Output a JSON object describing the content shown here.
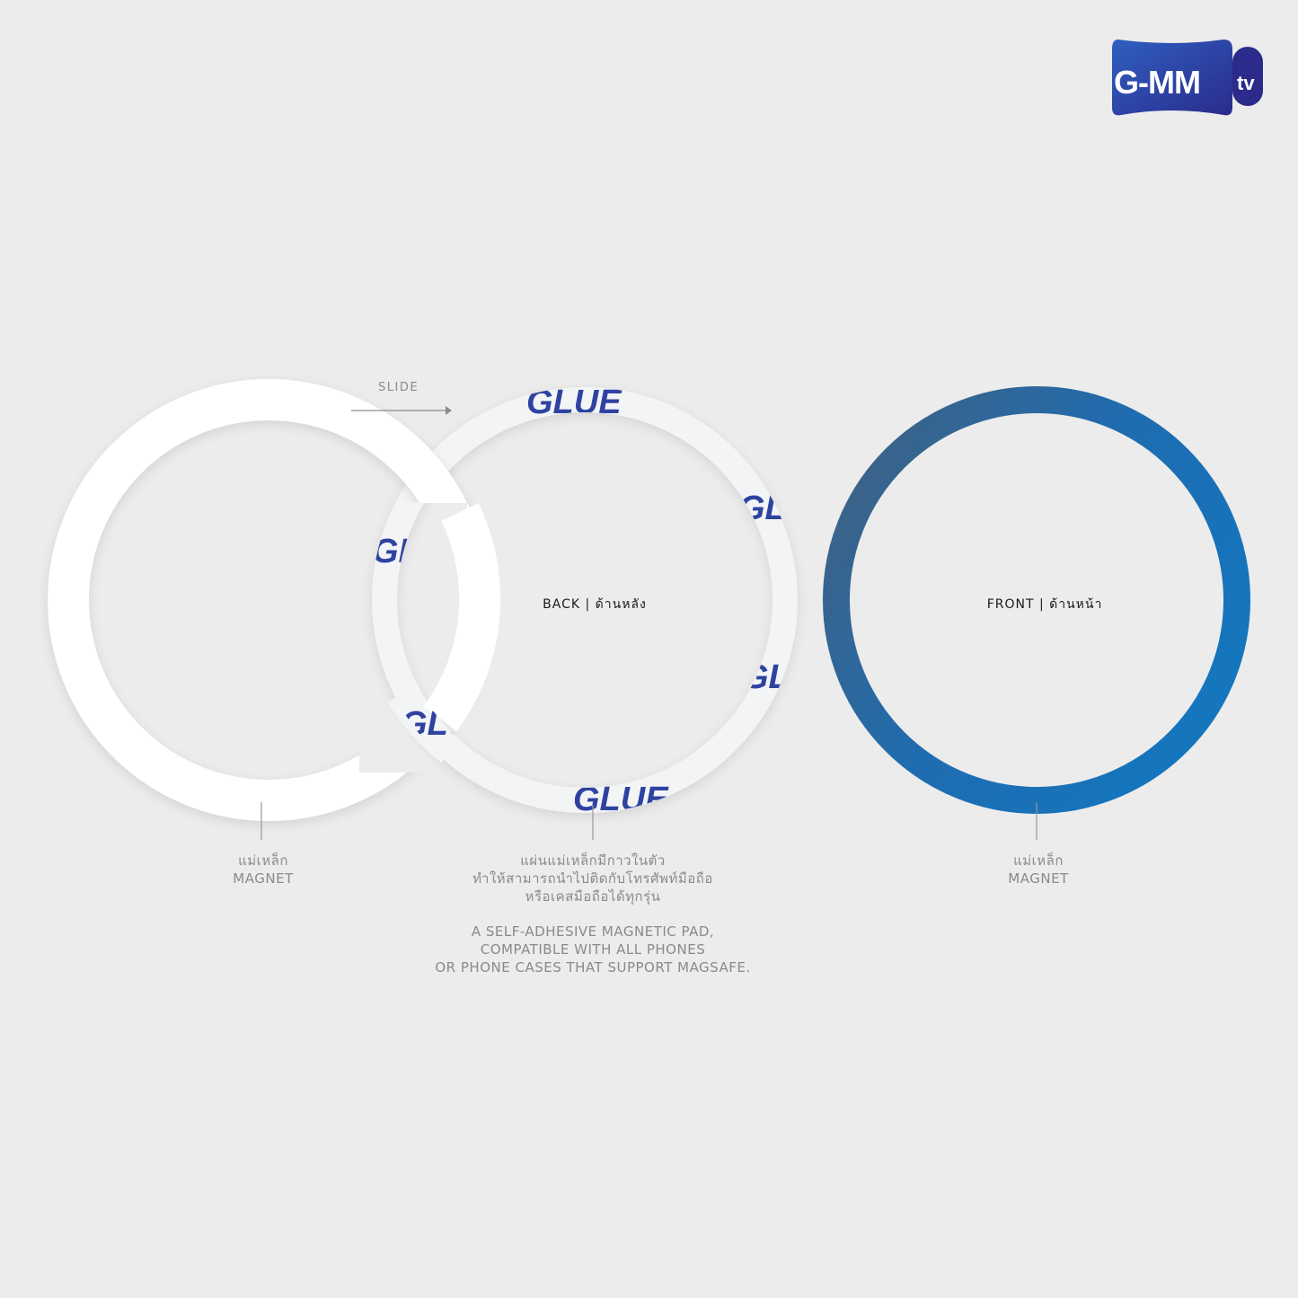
{
  "logo": {
    "text": "G-MM",
    "tv": "tv",
    "color_start": "#2a55b0",
    "color_end": "#2a2a8a"
  },
  "slide_label": "SLIDE",
  "glue_text": "GLUE",
  "rings": {
    "back_label": "BACK | ด้านหลัง",
    "front_label": "FRONT | ด้านหน้า"
  },
  "left_caption": {
    "thai": "แม่เหล็ก",
    "english": "MAGNET"
  },
  "middle_caption": {
    "thai_1": "แผ่นแม่เหล็กมีกาวในตัว",
    "thai_2": "ทำให้สามารถนำไปติดกับโทรศัพท์มือถือ",
    "thai_3": "หรือเคสมือถือได้ทุกรุ่น",
    "en_1": "A SELF-ADHESIVE MAGNETIC PAD,",
    "en_2": "COMPATIBLE WITH ALL PHONES",
    "en_3": "OR PHONE CASES THAT SUPPORT MAGSAFE."
  },
  "right_caption": {
    "thai": "แม่เหล็ก",
    "english": "MAGNET"
  },
  "colors": {
    "background": "#ececec",
    "glue_blue": "#2e43a0",
    "front_start": "#43607e",
    "front_end": "#1575bd",
    "back_ring": "#f3f4f6"
  }
}
